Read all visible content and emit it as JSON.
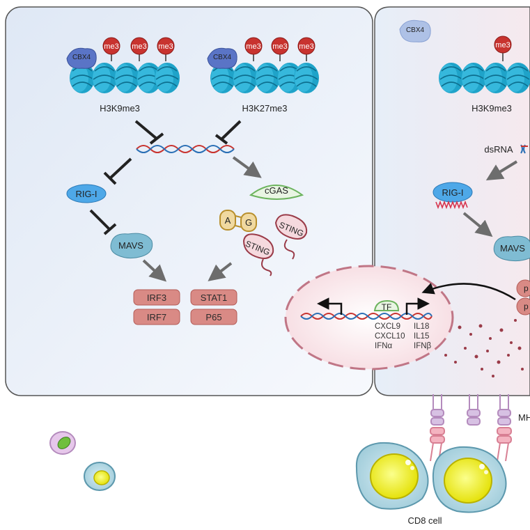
{
  "nucleosome_marks": {
    "me3": "me3",
    "cbx4": "CBX4"
  },
  "left_panel": {
    "h3k9_label": "H3K9me3",
    "h3k27_label": "H3K27me3",
    "rigi_label": "RIG-I",
    "mavs_label": "MAVS",
    "cgas_label": "cGAS",
    "amp_a": "A",
    "amp_g": "G",
    "sting_1": "STING",
    "sting_2": "STING",
    "tf_boxes": [
      "IRF3",
      "STAT1",
      "IRF7",
      "P65"
    ]
  },
  "right_panel": {
    "cbx4_free": "CBX4",
    "h3k9_label": "H3K9me3",
    "dsrna_label": "dsRNA",
    "rigi_label": "RIG-I",
    "mavs_label": "MAVS",
    "p_label": "p"
  },
  "nucleus": {
    "tf_label": "TF",
    "genes_left": [
      "CXCL9",
      "CXCL10",
      "IFNα"
    ],
    "genes_right": [
      "IL18",
      "IL15",
      "IFNβ"
    ]
  },
  "bottom": {
    "cd8_label": "CD8 cell",
    "mhc_label": "MH"
  }
}
